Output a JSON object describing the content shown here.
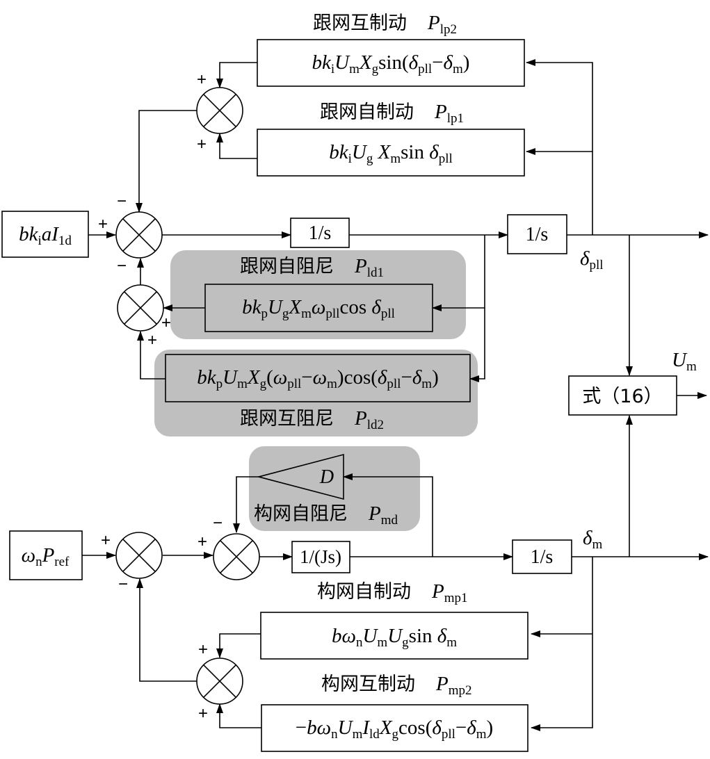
{
  "labels": {
    "grid_following_mutual_sync": "跟网互制动",
    "grid_following_self_sync": "跟网自制动",
    "grid_following_self_damping": "跟网自阻尼",
    "grid_following_mutual_damping": "跟网互阻尼",
    "grid_forming_self_damping": "构网自阻尼",
    "grid_forming_self_sync": "构网自制动",
    "grid_forming_mutual_sync": "构网互制动",
    "equation_block": "式（16）"
  },
  "subscripts": {
    "lp2": "lp2",
    "lp1": "lp1",
    "ld1": "ld1",
    "ld2": "ld2",
    "md": "md",
    "mp1": "mp1",
    "mp2": "mp2"
  },
  "blocks": {
    "integrator": "1/s",
    "inertia": "1/(Js)",
    "gain": "D"
  },
  "signals": {
    "out_top": "δ",
    "out_top_sub": "pll",
    "out_bottom": "δ",
    "out_bottom_sub": "m",
    "out_eq": "U",
    "out_eq_sub": "m"
  },
  "signs": {
    "plus": "+",
    "minus": "−"
  }
}
